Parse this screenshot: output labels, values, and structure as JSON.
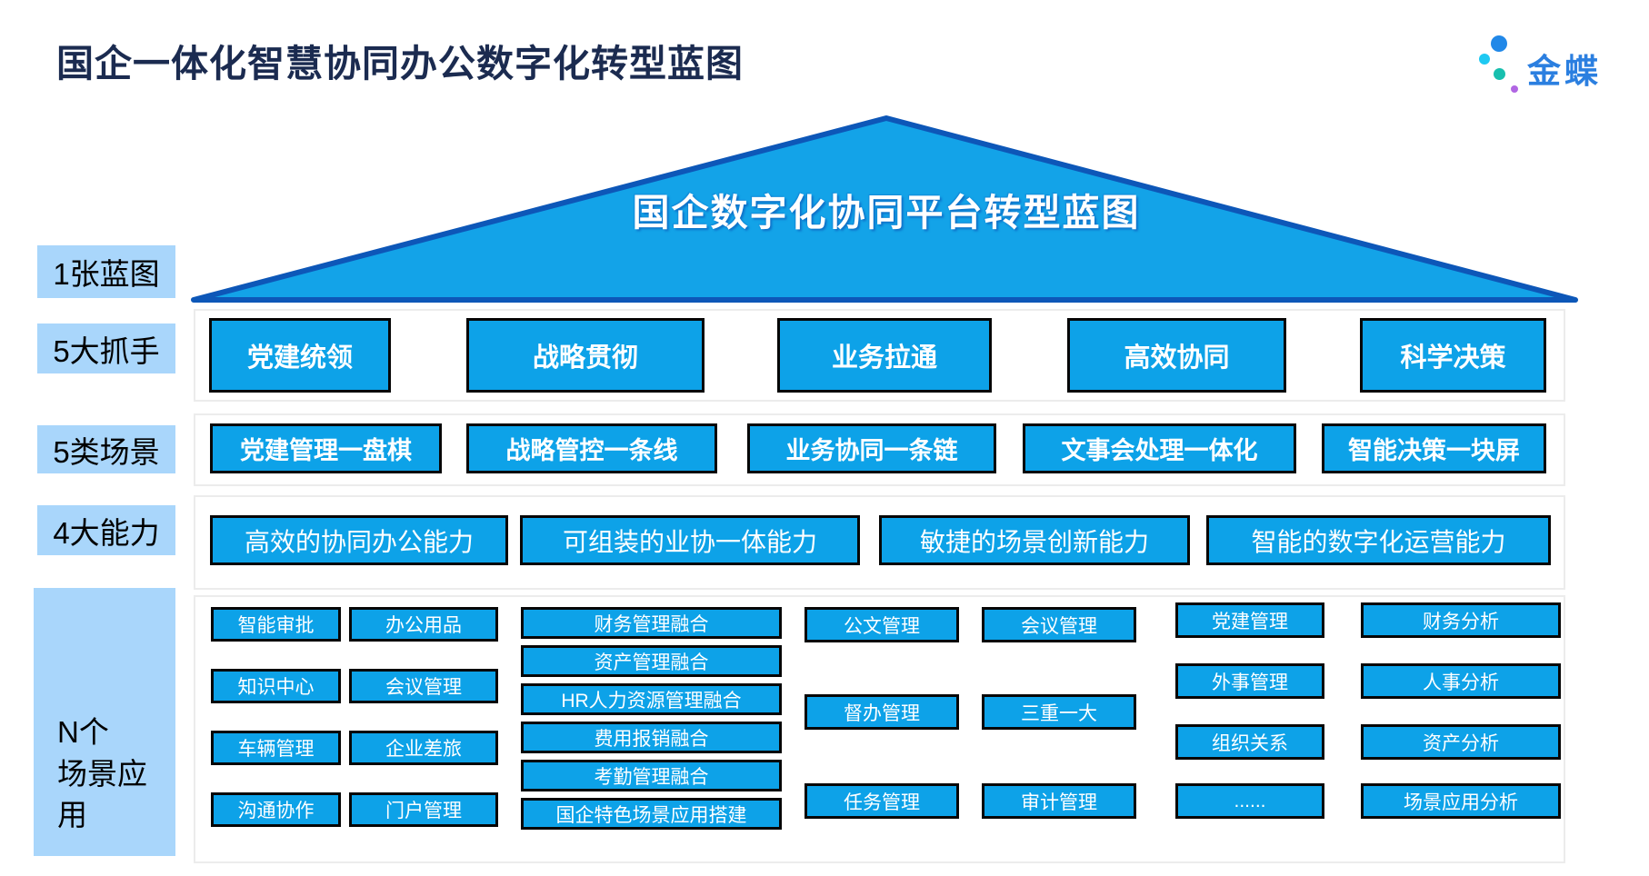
{
  "colors": {
    "accent": "#0da2e8",
    "accentDark": "#0d57b8",
    "lightBlue": "#a9d6fb",
    "navy": "#1b2b50",
    "logoBlue": "#2b7fe0",
    "logoDotBlue": "#2188e8",
    "logoDotCyan": "#1fc9f2",
    "logoDotTeal": "#17bfae",
    "logoDotPurple": "#b166e3",
    "panelBorder": "#ececec"
  },
  "header": {
    "title": "国企一体化智慧协同办公数字化转型蓝图"
  },
  "logo": {
    "text": "金蝶"
  },
  "pyramid": {
    "title": "国企数字化协同平台转型蓝图"
  },
  "side_labels": {
    "blueprint": "1张蓝图",
    "grips": "5大抓手",
    "scenes": "5类场景",
    "capabilities": "4大能力",
    "apps_line1": "N个",
    "apps_line2": "场景应用"
  },
  "grips": {
    "items": [
      "党建统领",
      "战略贯彻",
      "业务拉通",
      "高效协同",
      "科学决策"
    ]
  },
  "scenes": {
    "items": [
      "党建管理一盘棋",
      "战略管控一条线",
      "业务协同一条链",
      "文事会处理一体化",
      "智能决策一块屏"
    ]
  },
  "capabilities": {
    "items": [
      "高效的协同办公能力",
      "可组装的业协一体能力",
      "敏捷的场景创新能力",
      "智能的数字化运营能力"
    ]
  },
  "apps": {
    "col1": [
      "智能审批",
      "知识中心",
      "车辆管理",
      "沟通协作"
    ],
    "col2": [
      "办公用品",
      "会议管理",
      "企业差旅",
      "门户管理"
    ],
    "col3": [
      "财务管理融合",
      "资产管理融合",
      "HR人力资源管理融合",
      "费用报销融合",
      "考勤管理融合",
      "国企特色场景应用搭建"
    ],
    "col4": [
      "公文管理",
      "督办管理",
      "任务管理"
    ],
    "col5": [
      "会议管理",
      "三重一大",
      "审计管理"
    ],
    "col6": [
      "党建管理",
      "外事管理",
      "组织关系",
      "......"
    ],
    "col7": [
      "财务分析",
      "人事分析",
      "资产分析",
      "场景应用分析"
    ]
  }
}
